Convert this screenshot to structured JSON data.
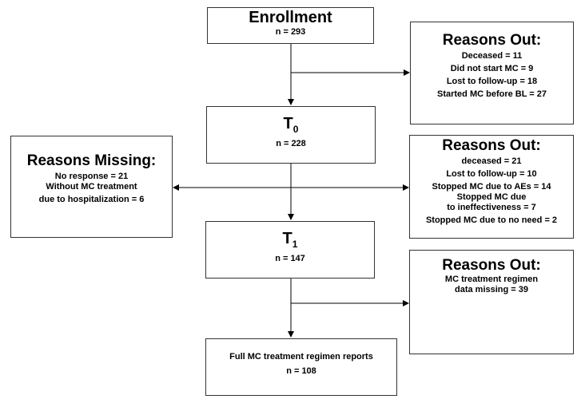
{
  "enrollment": {
    "title": "Enrollment",
    "n": "n = 293"
  },
  "t0": {
    "title_main": "T",
    "title_sub": "0",
    "n": "n = 228"
  },
  "t1": {
    "title_main": "T",
    "title_sub": "1",
    "n": "n = 147"
  },
  "final": {
    "title": "Full MC treatment regimen reports",
    "n": "n = 108"
  },
  "reasons_out_1": {
    "heading": "Reasons Out:",
    "lines": [
      "Deceased = 11",
      "Did not start MC = 9",
      "Lost to follow-up = 18",
      "Started MC before BL = 27"
    ]
  },
  "reasons_out_2": {
    "heading": "Reasons Out:",
    "lines": [
      "deceased = 21",
      "Lost to follow-up = 10",
      "Stopped MC due to AEs = 14",
      "Stopped MC due",
      "to ineffectiveness = 7",
      "Stopped MC due to no need = 2"
    ]
  },
  "reasons_out_3": {
    "heading": "Reasons Out:",
    "lines": [
      "MC treatment regimen",
      "data missing = 39"
    ]
  },
  "reasons_missing": {
    "heading": "Reasons Missing:",
    "lines": [
      "No response = 21",
      "Without MC treatment",
      "due to hospitalization = 6"
    ]
  }
}
